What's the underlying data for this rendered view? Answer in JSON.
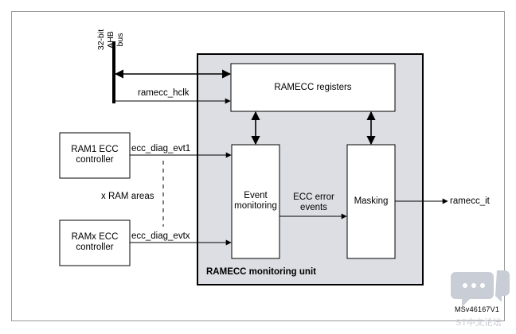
{
  "bus": {
    "label": "32-bit AHB\nbus",
    "line1": "32-bit AHB",
    "line2": "bus"
  },
  "clock_signal": "ramecc_hclk",
  "ram1": {
    "line1": "RAM1 ECC",
    "line2": "controller"
  },
  "ramx": {
    "line1": "RAMx ECC",
    "line2": "controller"
  },
  "x_ram_areas": "x RAM areas",
  "evt1": "ecc_diag_evt1",
  "evtx": "ecc_diag_evtx",
  "registers": "RAMECC registers",
  "event_monitoring": {
    "line1": "Event",
    "line2": "monitoring"
  },
  "ecc_error_events": {
    "line1": "ECC error",
    "line2": "events"
  },
  "masking": "Masking",
  "output_signal": "ramecc_it",
  "unit_title": "RAMECC monitoring unit",
  "figure_code": "MSv46167V1",
  "watermark_site": "ST中文论坛",
  "colors": {
    "unit_fill": "#dcdee3",
    "line": "#000000",
    "watermark": "#c9ced6"
  }
}
